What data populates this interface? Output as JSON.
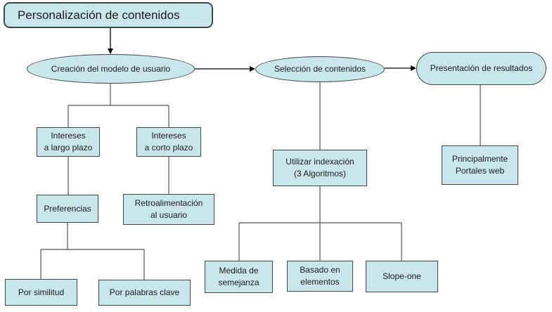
{
  "diagram": {
    "title": "Personalización de contenidos",
    "stages": {
      "creacion": "Creación del modelo de usuario",
      "seleccion": "Selección de contenidos",
      "presentacion": "Presentación de resultados"
    },
    "nodes": {
      "intereses_largo": "Intereses\na largo plazo",
      "intereses_corto": "Intereses\na corto plazo",
      "preferencias": "Preferencias",
      "retroalimentacion": "Retroalimentación\nal usuario",
      "por_similitud": "Por similitud",
      "por_palabras_clave": "Por palabras clave",
      "utilizar_indexacion": "Utilizar indexación\n(3 Algoritmos)",
      "medida_semejanza": "Medida de\nsemejanza",
      "basado_elementos": "Basado en\nelementos",
      "slope_one": "Slope-one",
      "principalmente": "Principalmente\nPortales web"
    },
    "colors": {
      "node_fill": "#c9e6ea",
      "node_border": "#3a474b",
      "text": "#1c1c1c",
      "connector": "#555555",
      "arrow": "#000000",
      "background": "#ffffff"
    }
  }
}
